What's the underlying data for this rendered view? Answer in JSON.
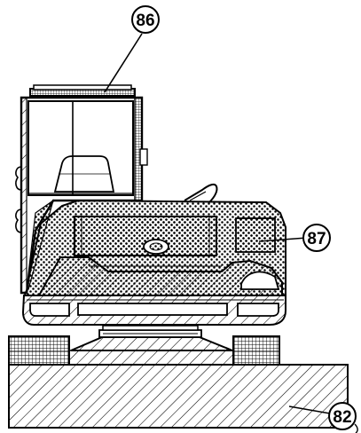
{
  "callouts": [
    {
      "id": "c86",
      "label": "86"
    },
    {
      "id": "c87",
      "label": "87"
    },
    {
      "id": "c82",
      "label": "82"
    }
  ],
  "colors": {
    "ink": "#000000",
    "paper": "#ffffff"
  }
}
